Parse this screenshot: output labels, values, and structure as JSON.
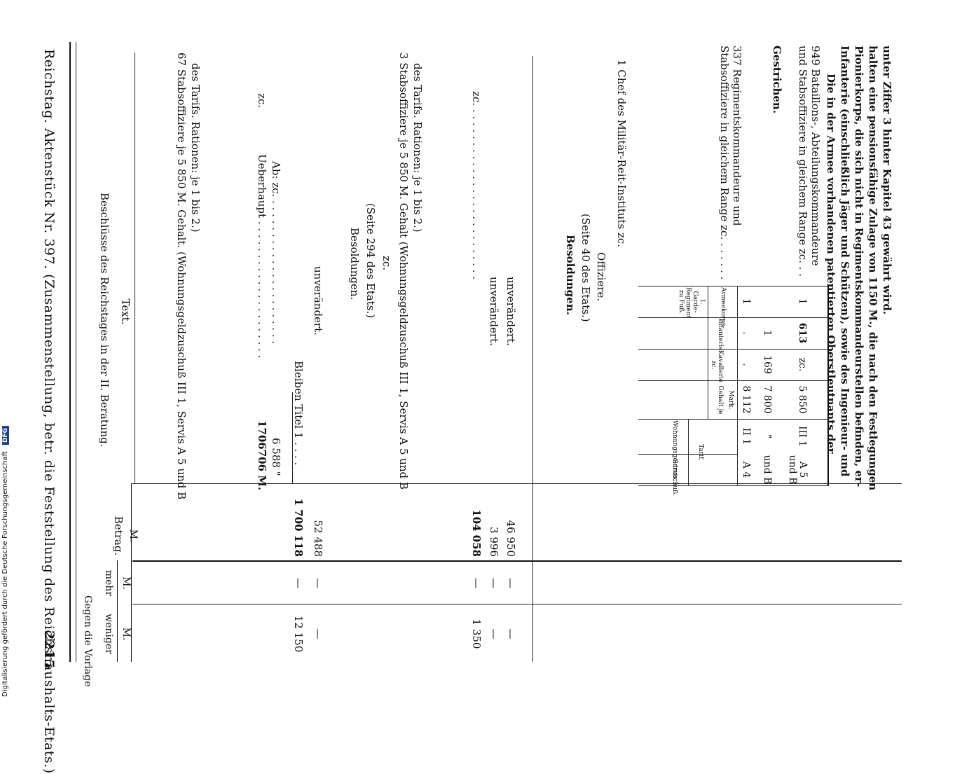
{
  "header": {
    "title": "Reichstag. Aktenstück Nr. 397. (Zusammenstellung, betr. die Feststellung des Reichshaushalts-Etats.)",
    "page_number": "2215"
  },
  "columns": {
    "text": "Beschlüsse des Reichstages in der II. Beratung.",
    "text_sub": "Text.",
    "betrag": "Betrag.",
    "gegen_vorlage": "Gegen die Vorlage",
    "mehr": "mehr",
    "weniger": "weniger",
    "currency": "M."
  },
  "rows": [
    {
      "id": "r67",
      "lines": [
        "67 Stabsoffiziere je 5 850 M. Gehalt. (Wohnungsgeldzuschuß III 1, Servis A 5 und B",
        "des Tarifs. Rationen: je 1 bis 2.)"
      ]
    },
    {
      "id": "zc1",
      "lines": [
        "zc."
      ]
    },
    {
      "id": "ueberhaupt",
      "lines": [
        "Ueberhaupt . . . . . . . . . . . . . . . . . . . . .",
        "Ab: zc. . . . . . . . . . . . . . . . . . . . . . ."
      ],
      "amounts": [
        "1706706 M.",
        "6 588 \""
      ]
    },
    {
      "id": "bleiben",
      "lines": [
        "Bleiben Titel 1 . . . ."
      ],
      "betrag": "1 700 118",
      "mehr": "—",
      "weniger": "12 150"
    },
    {
      "id": "unv1",
      "lines": [
        "unverändert."
      ],
      "betrag": "52 488",
      "mehr": "—",
      "weniger": "—"
    },
    {
      "id": "bes1",
      "lines": [
        "Besoldungen.",
        "(Seite 294 des Etats.)",
        "zc."
      ]
    },
    {
      "id": "r3",
      "lines": [
        "3 Stabsoffiziere je 5 850 M. Gehalt (Wohnungsgeldzuschuß III 1, Servis A 5 und B",
        "des Tarifs. Rationen: je 1 bis 2.)"
      ]
    },
    {
      "id": "zc2",
      "lines": [
        "zc. . . . . . . . . . . . . . . . . . . . . . . . . . ."
      ],
      "betrag": "104 058",
      "mehr": "—",
      "weniger": "1 350"
    },
    {
      "id": "unv2",
      "lines": [
        "unverändert."
      ],
      "betrag": "3 996",
      "mehr": "—",
      "weniger": "—"
    },
    {
      "id": "unv3",
      "lines": [
        "unverändert."
      ],
      "betrag": "46 950",
      "mehr": "—",
      "weniger": "—"
    },
    {
      "id": "bes2",
      "lines": [
        "Besoldungen.",
        "(Seite 40 des Etats.)",
        "Offiziere."
      ]
    },
    {
      "id": "r1",
      "lines": [
        "1 Chef des Militär-Reit-Instituts zc."
      ]
    }
  ],
  "lower_table": {
    "head": [
      "1. Garde-Regiment zu Fuß.",
      "Armeekorps.",
      "Infanterie.",
      "Kavallerie zc.",
      "Gehalt je",
      "Wohnungsgeldzuschuß.",
      "Servis.",
      "Mark.",
      "Tarif."
    ],
    "rows": [
      {
        "label": "337 Regimentskommandeure und Stabsoffiziere in gleichem Range zc. . . . . . .",
        "cells": [
          "1",
          ".",
          ".",
          "8 112",
          "II 1",
          "A 4"
        ]
      },
      {
        "label": "",
        "cells": [
          "",
          "1",
          "169",
          "7 800",
          "\"",
          "und B"
        ]
      },
      {
        "label": "949 Bataillons-, Abteilungskommandeure und Stabsoffiziere in gleichem Range zc. . .",
        "cells": [
          "1",
          "613",
          "zc.",
          "5 850",
          "III 1",
          "A 5 und B"
        ]
      }
    ]
  },
  "gestrichen": "Gestrichen.",
  "note": [
    "Die in der Armee vorhandenen patentierten Oberstleutnants der",
    "Infanterie (einschließlich Jäger und Schützen), sowie des Ingenieur- und",
    "Pionierkorps, die sich nicht in Regimentskommandeurstellen befinden, er-",
    "halten eine pensionsfähige Zulage von 1150 M., die nach den Festlegungen",
    "unter Ziffer 3 hinter Kapitel 43 gewährt wird."
  ],
  "footer": {
    "digitization": "Digitalisierung gefördert durch die Deutsche Forschungsgemeinschaft",
    "logo": "DFG"
  }
}
